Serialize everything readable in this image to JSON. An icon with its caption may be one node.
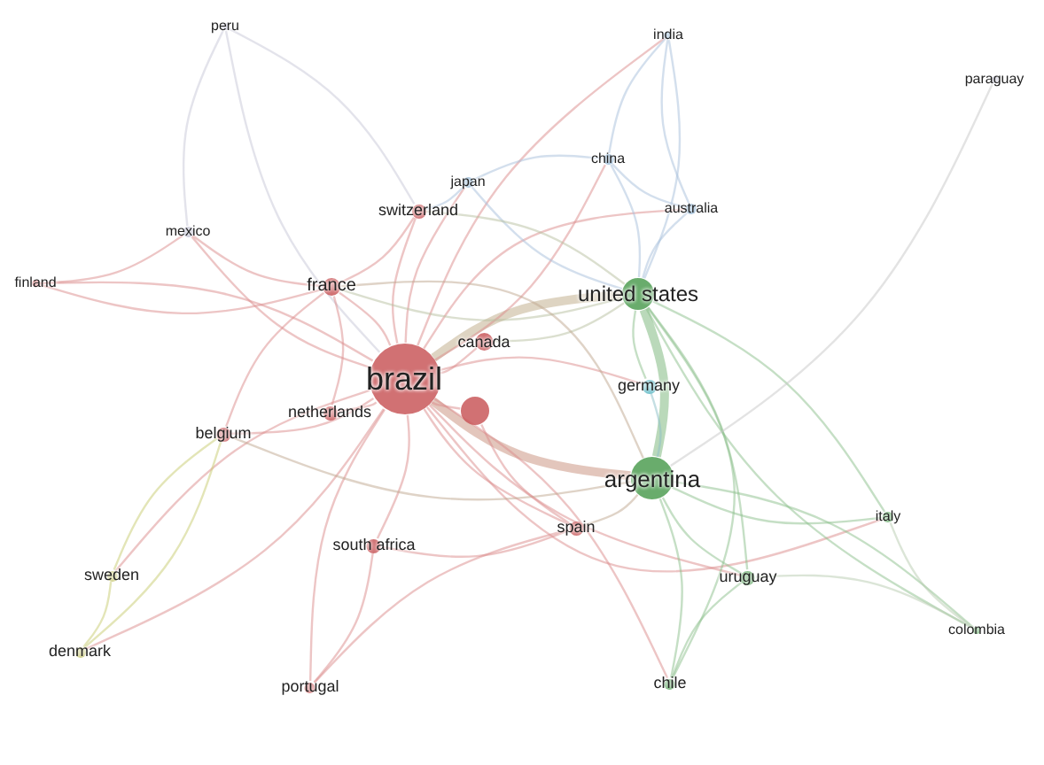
{
  "diagram": {
    "nodes": [
      {
        "text": [
          "peru"
        ]
      },
      {
        "text": [
          "india"
        ]
      },
      {
        "text": [
          "paraguay"
        ]
      },
      {
        "text": [
          "japan"
        ]
      },
      {
        "text": [
          "china"
        ]
      },
      {
        "text": [
          "australia"
        ]
      },
      {
        "text": [
          "mexico"
        ]
      },
      {
        "text": [
          "switzerland"
        ]
      },
      {
        "text": [
          "finland"
        ]
      },
      {
        "text": [
          "france"
        ]
      },
      {
        "text": [
          "united states"
        ]
      },
      {
        "text": [
          "canada"
        ]
      },
      {
        "text": [
          "brazil"
        ]
      },
      {
        "text": [
          "netherlands"
        ]
      },
      {
        "text": [],
        "shape": "circle"
      },
      {
        "text": [
          "germany"
        ]
      },
      {
        "text": [
          "belgium"
        ]
      },
      {
        "text": [
          "argentina"
        ]
      },
      {
        "text": [
          "italy"
        ]
      },
      {
        "text": [
          "spain"
        ]
      },
      {
        "text": [
          "south africa"
        ]
      },
      {
        "text": [
          "sweden"
        ]
      },
      {
        "text": [
          "uruguay"
        ]
      },
      {
        "text": [
          "colombia"
        ]
      },
      {
        "text": [
          "denmark"
        ]
      },
      {
        "text": [
          "portugal"
        ]
      },
      {
        "text": [
          "chile"
        ]
      }
    ],
    "edges": [
      {
        "from": 12,
        "to": 10,
        "arrow": "none",
        "style": "thick",
        "color": "#c8b89a"
      },
      {
        "from": 12,
        "to": 17,
        "arrow": "none",
        "style": "thick",
        "color": "#d0a090"
      },
      {
        "from": 10,
        "to": 17,
        "arrow": "none",
        "style": "thick",
        "color": "#8cc08c"
      },
      {
        "from": 12,
        "to": 9,
        "arrow": "none"
      },
      {
        "from": 12,
        "to": 7,
        "arrow": "none"
      },
      {
        "from": 12,
        "to": 11,
        "arrow": "none"
      },
      {
        "from": 12,
        "to": 13,
        "arrow": "none"
      },
      {
        "from": 12,
        "to": 14,
        "arrow": "none"
      },
      {
        "from": 12,
        "to": 16,
        "arrow": "none"
      },
      {
        "from": 12,
        "to": 19,
        "arrow": "none"
      },
      {
        "from": 12,
        "to": 20,
        "arrow": "none"
      },
      {
        "from": 12,
        "to": 25,
        "arrow": "none"
      },
      {
        "from": 12,
        "to": 6,
        "arrow": "none"
      },
      {
        "from": 12,
        "to": 8,
        "arrow": "none"
      },
      {
        "from": 12,
        "to": 3,
        "arrow": "none"
      },
      {
        "from": 12,
        "to": 4,
        "arrow": "none"
      },
      {
        "from": 12,
        "to": 1,
        "arrow": "none"
      },
      {
        "from": 12,
        "to": 21,
        "arrow": "none"
      },
      {
        "from": 12,
        "to": 24,
        "arrow": "none"
      },
      {
        "from": 12,
        "to": 5,
        "arrow": "none"
      },
      {
        "from": 12,
        "to": 15,
        "arrow": "none"
      },
      {
        "from": 12,
        "to": 18,
        "arrow": "none"
      },
      {
        "from": 12,
        "to": 26,
        "arrow": "none"
      },
      {
        "from": 12,
        "to": 22,
        "arrow": "none"
      },
      {
        "from": 12,
        "to": 0,
        "arrow": "none",
        "color": "#c8c8d8"
      },
      {
        "from": 10,
        "to": 15,
        "arrow": "none",
        "color": "#8cc08c"
      },
      {
        "from": 10,
        "to": 5,
        "arrow": "none",
        "color": "#a8c0dc"
      },
      {
        "from": 10,
        "to": 4,
        "arrow": "none",
        "color": "#a8c0dc"
      },
      {
        "from": 10,
        "to": 3,
        "arrow": "none",
        "color": "#a8c0dc"
      },
      {
        "from": 10,
        "to": 1,
        "arrow": "none",
        "color": "#a8c0dc"
      },
      {
        "from": 10,
        "to": 22,
        "arrow": "none",
        "color": "#8cc08c"
      },
      {
        "from": 10,
        "to": 26,
        "arrow": "none",
        "color": "#8cc08c"
      },
      {
        "from": 10,
        "to": 18,
        "arrow": "none",
        "color": "#8cc08c"
      },
      {
        "from": 10,
        "to": 23,
        "arrow": "none",
        "color": "#8cc08c"
      },
      {
        "from": 10,
        "to": 9,
        "arrow": "none",
        "color": "#b8c0a0"
      },
      {
        "from": 10,
        "to": 7,
        "arrow": "none",
        "color": "#b8c0a0"
      },
      {
        "from": 10,
        "to": 11,
        "arrow": "none",
        "color": "#b8c0a0"
      },
      {
        "from": 17,
        "to": 22,
        "arrow": "none",
        "color": "#8cc08c"
      },
      {
        "from": 17,
        "to": 26,
        "arrow": "none",
        "color": "#8cc08c"
      },
      {
        "from": 17,
        "to": 18,
        "arrow": "none",
        "color": "#8cc08c"
      },
      {
        "from": 17,
        "to": 19,
        "arrow": "none",
        "color": "#c0a890"
      },
      {
        "from": 17,
        "to": 15,
        "arrow": "none",
        "color": "#8cc0c8"
      },
      {
        "from": 17,
        "to": 23,
        "arrow": "none",
        "color": "#8cc08c"
      },
      {
        "from": 17,
        "to": 9,
        "arrow": "none",
        "color": "#c0a890"
      },
      {
        "from": 17,
        "to": 16,
        "arrow": "none",
        "color": "#c0a890"
      },
      {
        "from": 17,
        "to": 2,
        "arrow": "none",
        "color": "#c8c8c8"
      },
      {
        "from": 3,
        "to": 4,
        "arrow": "none",
        "color": "#a8c0dc"
      },
      {
        "from": 4,
        "to": 5,
        "arrow": "none",
        "color": "#a8c0dc"
      },
      {
        "from": 4,
        "to": 1,
        "arrow": "none",
        "color": "#a8c0dc"
      },
      {
        "from": 1,
        "to": 5,
        "arrow": "none",
        "color": "#a8c0dc"
      },
      {
        "from": 3,
        "to": 7,
        "arrow": "none",
        "color": "#a8c0dc"
      },
      {
        "from": 0,
        "to": 6,
        "arrow": "none",
        "color": "#c8c8d8"
      },
      {
        "from": 0,
        "to": 7,
        "arrow": "none",
        "color": "#c8c8d8"
      },
      {
        "from": 6,
        "to": 9,
        "arrow": "none"
      },
      {
        "from": 6,
        "to": 8,
        "arrow": "none"
      },
      {
        "from": 8,
        "to": 9,
        "arrow": "none"
      },
      {
        "from": 21,
        "to": 24,
        "arrow": "none",
        "color": "#c8cc70"
      },
      {
        "from": 24,
        "to": 16,
        "arrow": "none",
        "color": "#c8cc70"
      },
      {
        "from": 21,
        "to": 16,
        "arrow": "none",
        "color": "#c8cc70"
      },
      {
        "from": 9,
        "to": 7,
        "arrow": "none"
      },
      {
        "from": 9,
        "to": 13,
        "arrow": "none"
      },
      {
        "from": 9,
        "to": 16,
        "arrow": "none"
      },
      {
        "from": 20,
        "to": 25,
        "arrow": "none"
      },
      {
        "from": 20,
        "to": 19,
        "arrow": "none"
      },
      {
        "from": 25,
        "to": 19,
        "arrow": "none"
      },
      {
        "from": 14,
        "to": 19,
        "arrow": "none"
      },
      {
        "from": 23,
        "to": 18,
        "arrow": "none",
        "color": "#b8ccb0"
      },
      {
        "from": 23,
        "to": 22,
        "arrow": "none",
        "color": "#b8ccb0"
      },
      {
        "from": 26,
        "to": 22,
        "arrow": "none",
        "color": "#8cc08c"
      }
    ]
  }
}
